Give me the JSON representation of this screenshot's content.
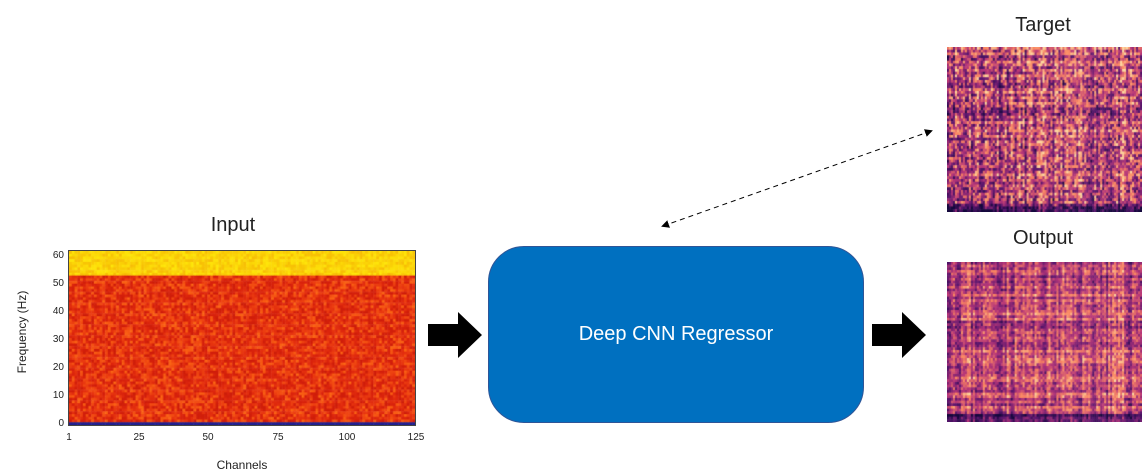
{
  "labels": {
    "input": "Input",
    "target": "Target",
    "output": "Output",
    "regressor": "Deep CNN Regressor"
  },
  "input_plot": {
    "y_label": "Frequency (Hz)",
    "x_label": "Channels",
    "y_ticks": [
      "60",
      "50",
      "40",
      "30",
      "20",
      "10",
      "0"
    ],
    "x_ticks": [
      "1",
      "25",
      "50",
      "75",
      "100",
      "125"
    ],
    "colormap": "hot",
    "color_top": "#f5c400",
    "color_mid": "#f05a10",
    "color_low": "#d42a0a"
  },
  "spectrogram_colors": {
    "dark": "#3b0f70",
    "mid": "#b5367a",
    "light": "#fb8761",
    "bright": "#fcd8a0"
  },
  "cnn_color": "#0070c0"
}
